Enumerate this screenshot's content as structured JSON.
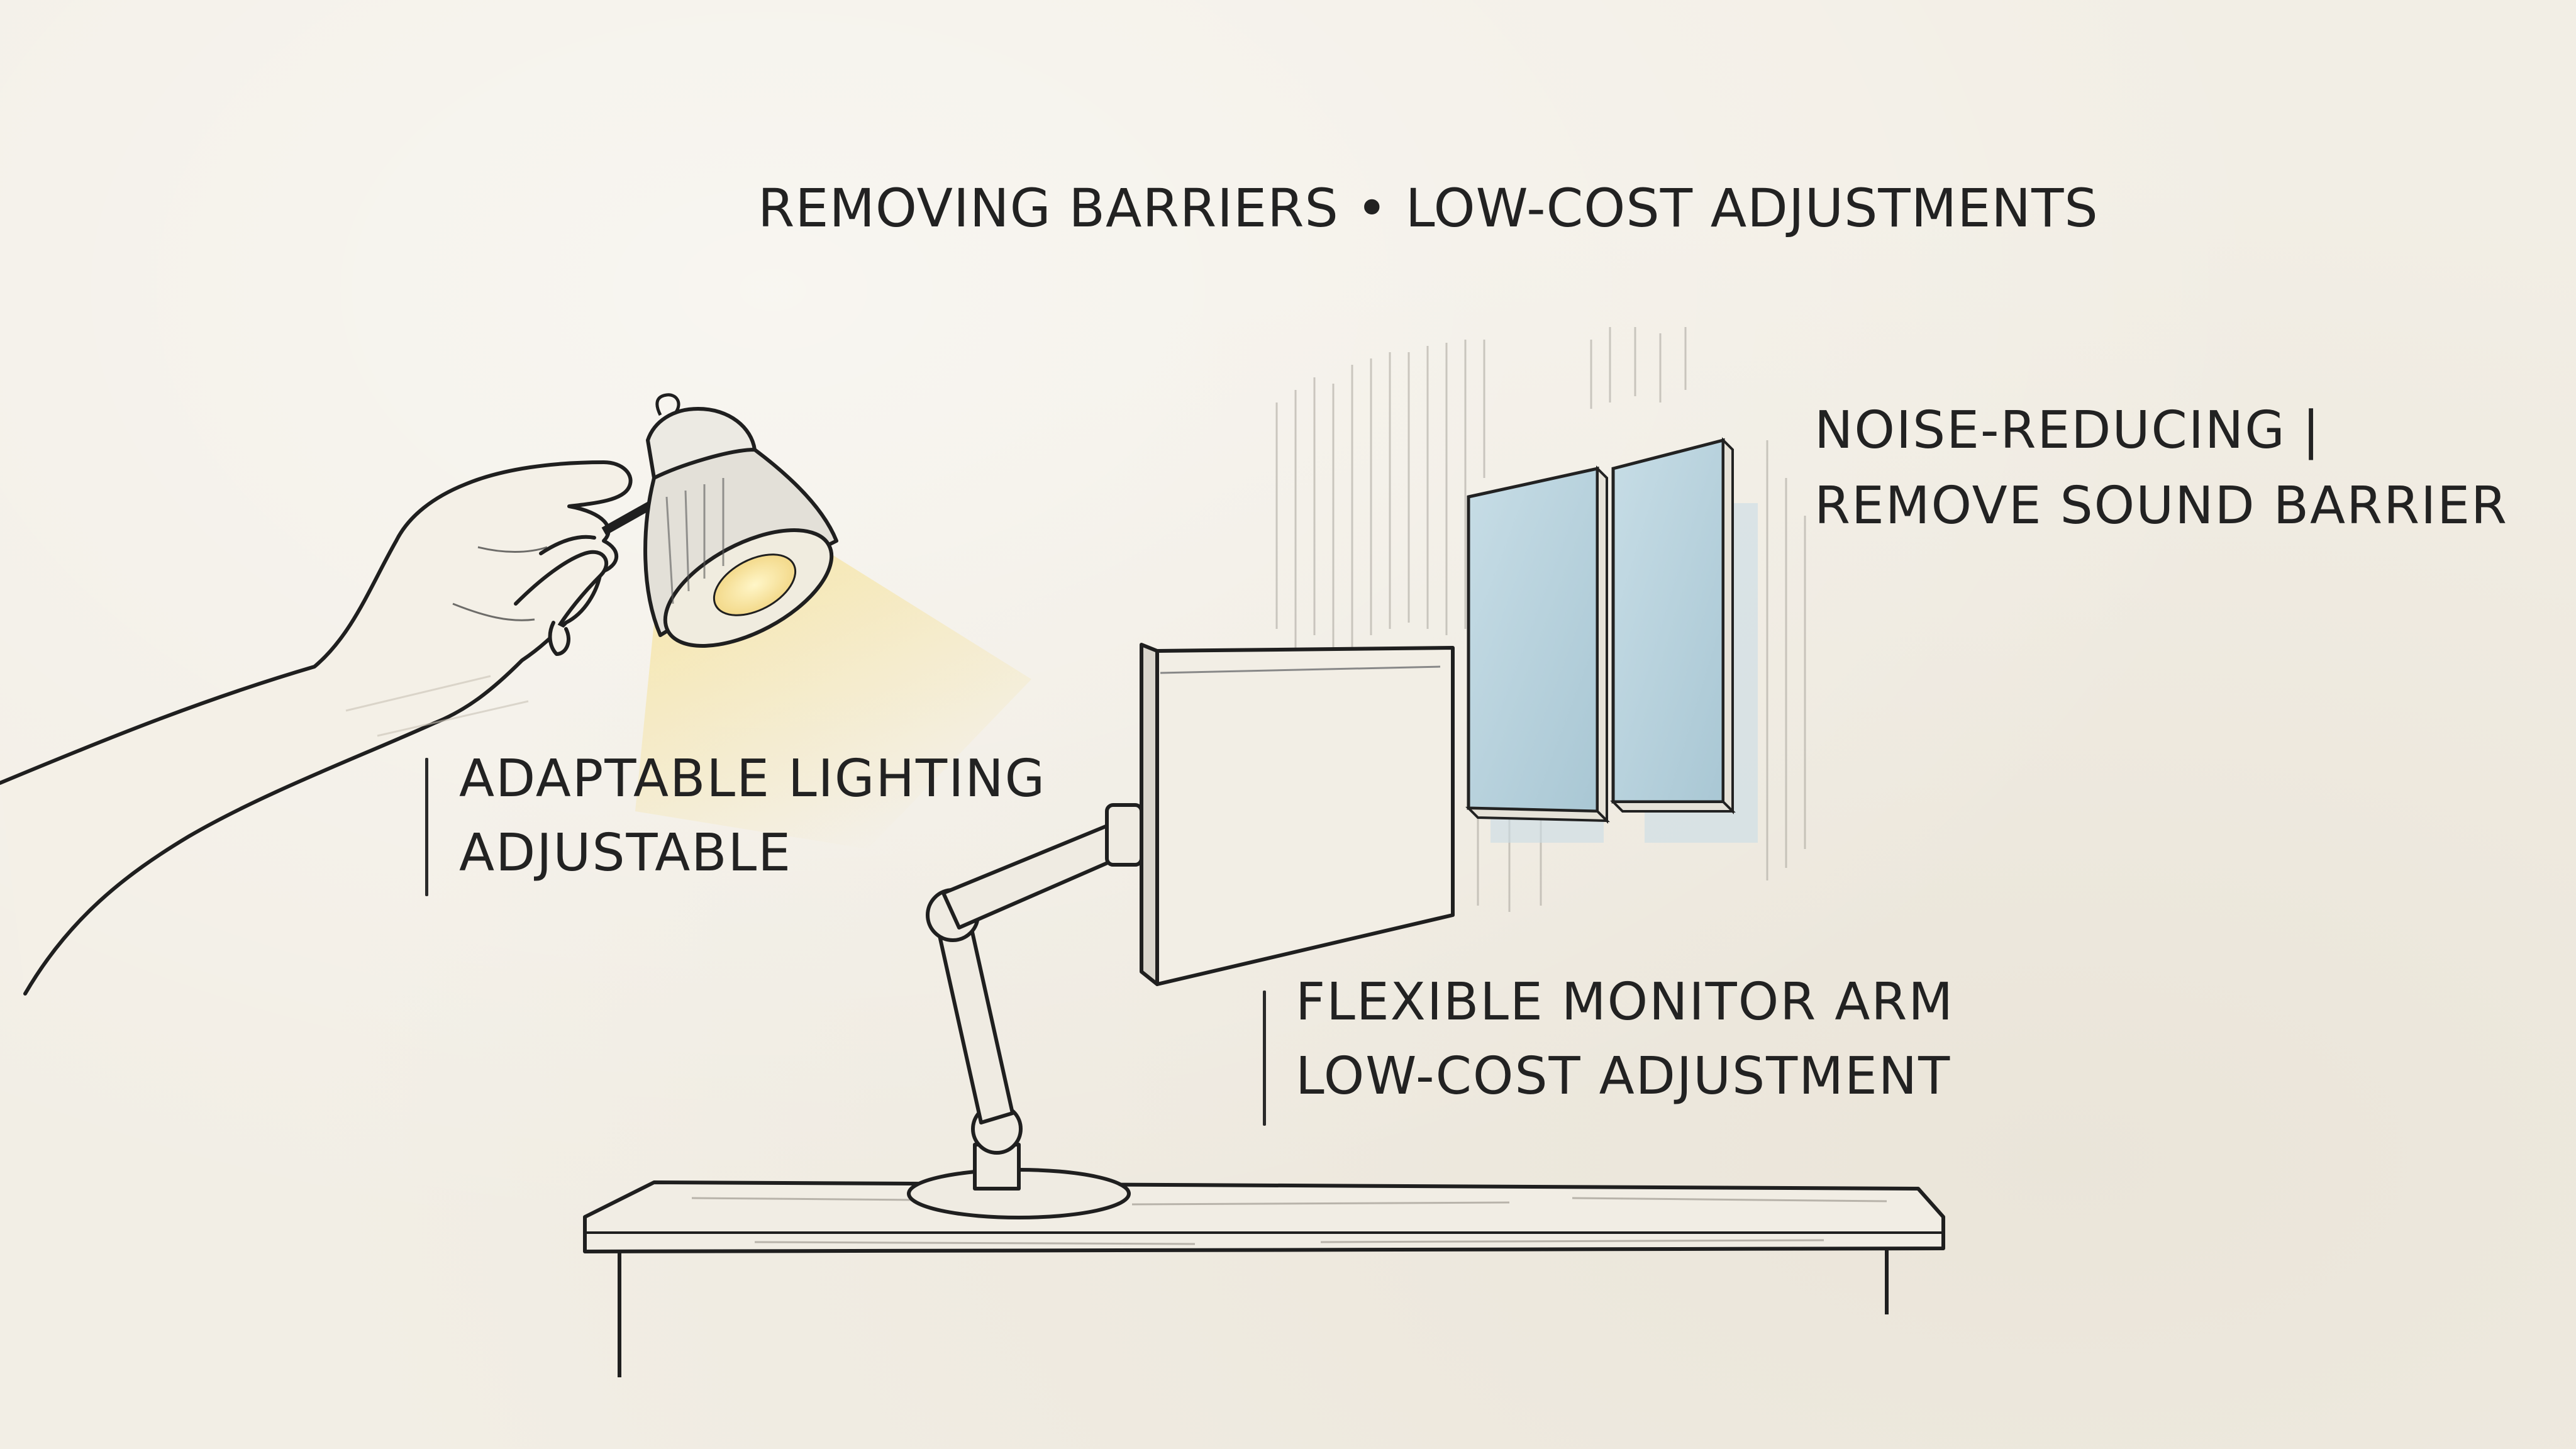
{
  "title": "REMOVING BARRIERS • LOW-COST ADJUSTMENTS",
  "callouts": {
    "lighting": {
      "line1": "ADAPTABLE LIGHTING",
      "line2": "ADJUSTABLE"
    },
    "monitor": {
      "line1": "FLEXIBLE MONITOR ARM",
      "line2": "LOW-COST ADJUSTMENT"
    },
    "noise": {
      "line1": "NOISE-REDUCING",
      "separator": "|",
      "line2": "REMOVE SOUND BARRIER"
    }
  },
  "colors": {
    "paper": "#f2eee5",
    "ink": "#222222",
    "light_glow": "#f6dc7a",
    "panel": "#b9d3de",
    "panel_shadow": "#c9dce6",
    "screen": "#f1ede3"
  },
  "icons": [
    "hand",
    "desk-lamp",
    "monitor-arm",
    "monitor",
    "acoustic-panel",
    "desk"
  ]
}
